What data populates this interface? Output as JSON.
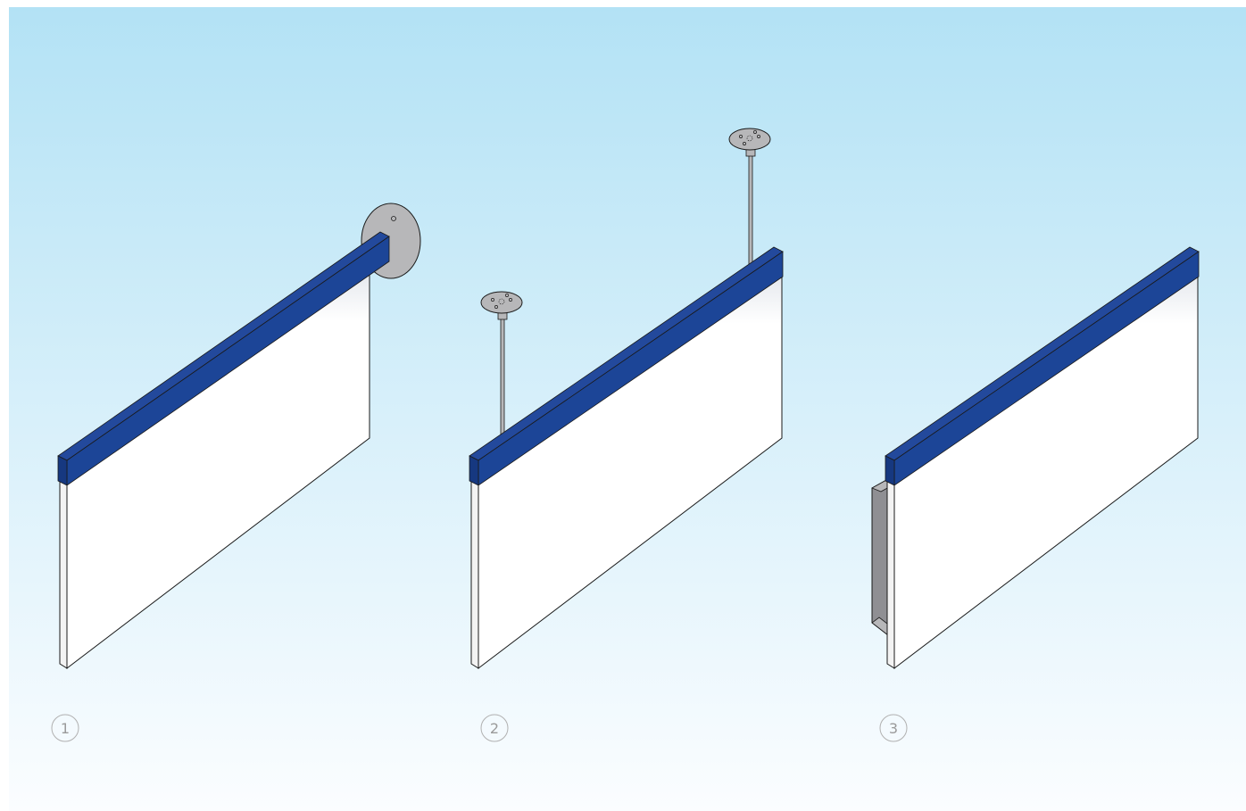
{
  "diagram": {
    "variants": [
      {
        "number": "1",
        "mounting": "wall-mounted-disc"
      },
      {
        "number": "2",
        "mounting": "ceiling-suspended-rods"
      },
      {
        "number": "3",
        "mounting": "recessed-bracket"
      }
    ]
  },
  "colors": {
    "background_top": "#b3e2f5",
    "background_bottom": "#fbfdff",
    "bar_front": "#1c4597",
    "bar_top": "#23499c",
    "bar_side": "#163880",
    "panel": "#ffffff",
    "metal": "#b7b7b9",
    "metal_dark": "#8f8f93",
    "outline": "#1a1a1a",
    "number_circle": "#b0b0b0"
  }
}
